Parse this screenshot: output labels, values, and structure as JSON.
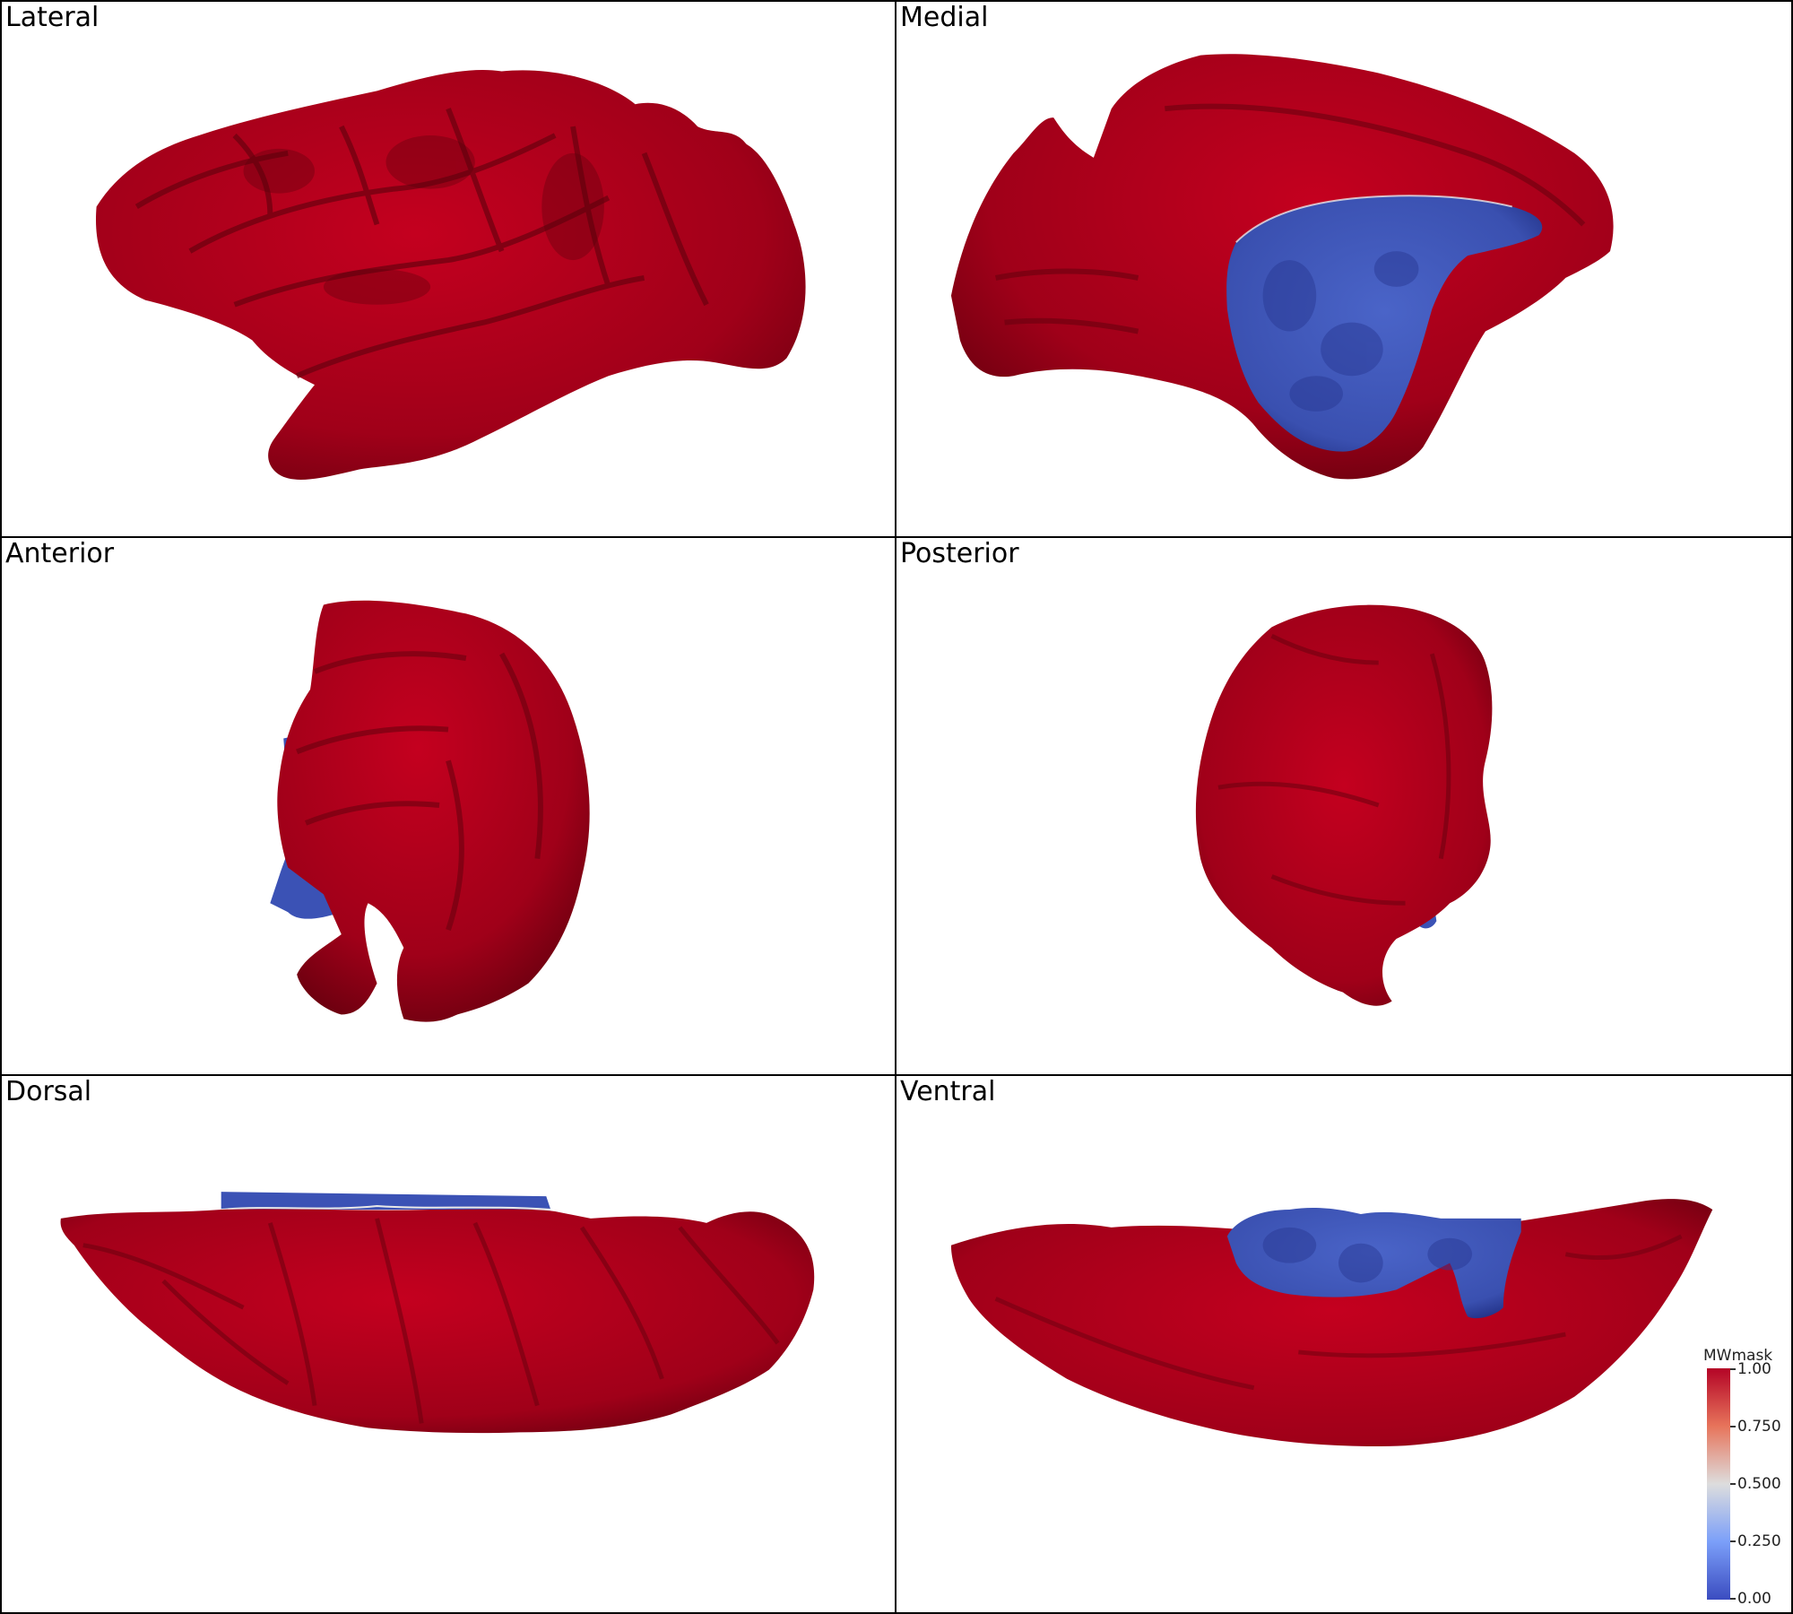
{
  "panels": {
    "lateral": {
      "label": "Lateral"
    },
    "medial": {
      "label": "Medial"
    },
    "anterior": {
      "label": "Anterior"
    },
    "posterior": {
      "label": "Posterior"
    },
    "dorsal": {
      "label": "Dorsal"
    },
    "ventral": {
      "label": "Ventral"
    }
  },
  "colorbar": {
    "title": "MWmask",
    "ticks": [
      "1.00",
      "0.750",
      "0.500",
      "0.250",
      "0.00"
    ],
    "colors": {
      "high": "#b40426",
      "mid": "#dddddd",
      "low": "#3b4cc0"
    }
  },
  "colors": {
    "surface_red": "#a8001f",
    "surface_red_dark": "#6e0010",
    "surface_blue": "#3d55b8",
    "surface_blue_dark": "#24348a",
    "panel_border": "#000000"
  }
}
